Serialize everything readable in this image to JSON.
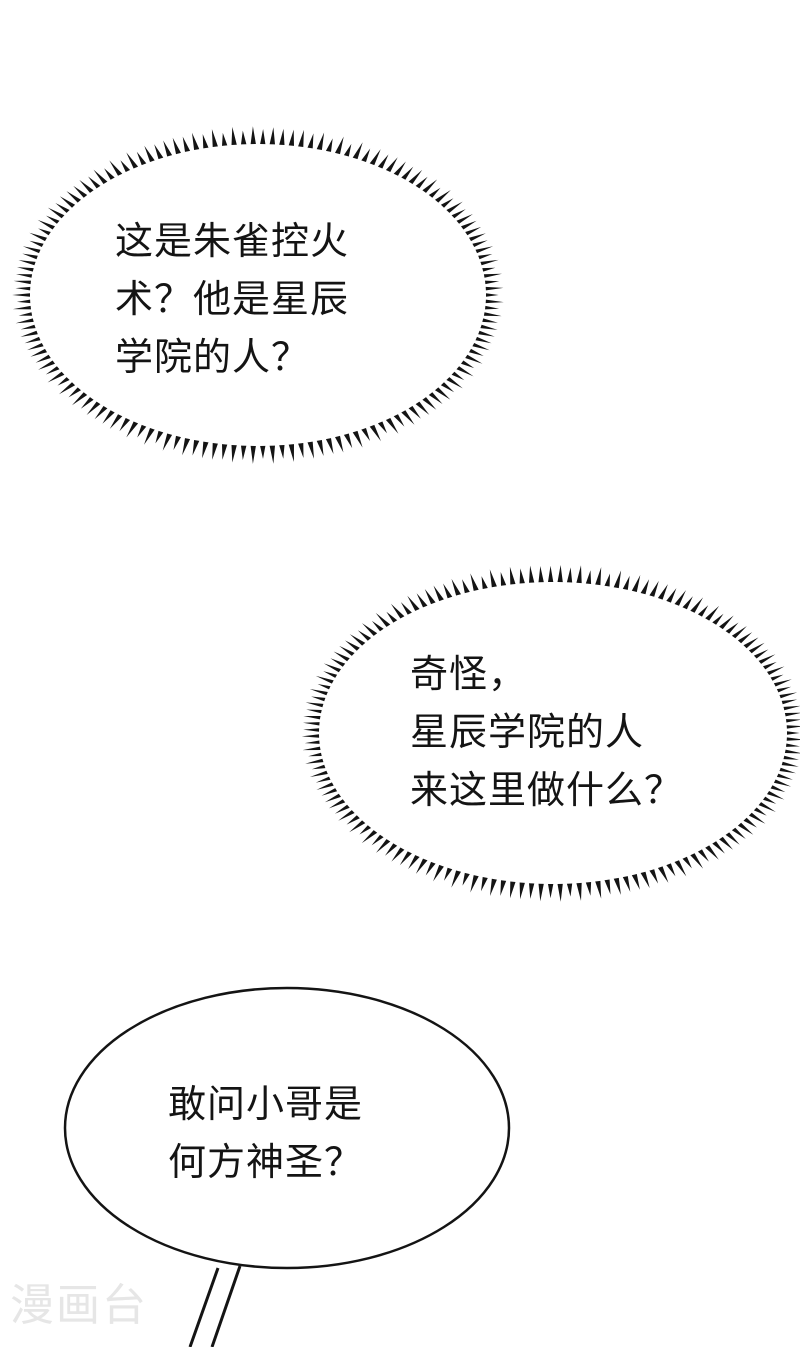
{
  "colors": {
    "background": "#ffffff",
    "ink": "#141414",
    "watermark": "#e6e6e6"
  },
  "bubbles": [
    {
      "style": "spiky-thought",
      "lines": [
        "这是朱雀控火",
        "术？他是星辰",
        "学院的人？"
      ]
    },
    {
      "style": "spiky-thought",
      "lines": [
        "奇怪，",
        "星辰学院的人",
        "来这里做什么？"
      ]
    },
    {
      "style": "speech",
      "lines": [
        "敢问小哥是",
        "何方神圣？"
      ]
    }
  ],
  "watermark": {
    "text": "漫画台"
  }
}
